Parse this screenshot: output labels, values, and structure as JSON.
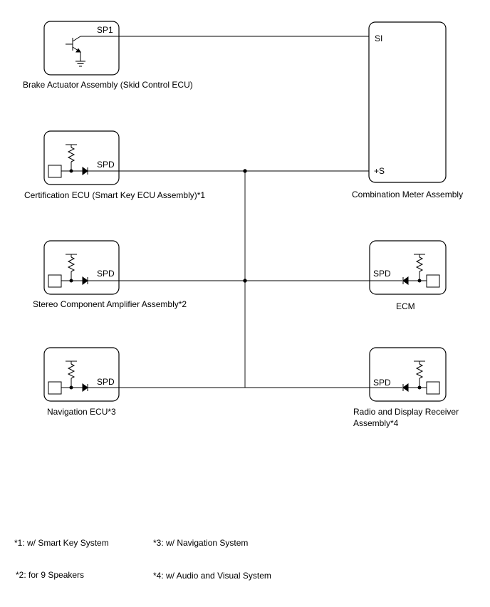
{
  "components": {
    "brake_actuator": {
      "label": "Brake Actuator Assembly (Skid Control ECU)",
      "pin": "SP1"
    },
    "certification_ecu": {
      "label": "Certification ECU (Smart Key ECU Assembly)*1",
      "pin": "SPD"
    },
    "stereo_amp": {
      "label": "Stereo Component Amplifier Assembly*2",
      "pin": "SPD"
    },
    "navigation_ecu": {
      "label": "Navigation ECU*3",
      "pin": "SPD"
    },
    "combination_meter": {
      "label": "Combination Meter Assembly",
      "pin_si": "SI",
      "pin_s": "+S"
    },
    "ecm": {
      "label": "ECM",
      "pin": "SPD"
    },
    "radio_receiver": {
      "label_line1": "Radio and Display Receiver",
      "label_line2": "Assembly*4",
      "pin": "SPD"
    }
  },
  "notes": {
    "n1": "*1: w/ Smart Key System",
    "n2": "*2: for 9 Speakers",
    "n3": "*3: w/ Navigation System",
    "n4": "*4: w/ Audio and Visual System"
  }
}
